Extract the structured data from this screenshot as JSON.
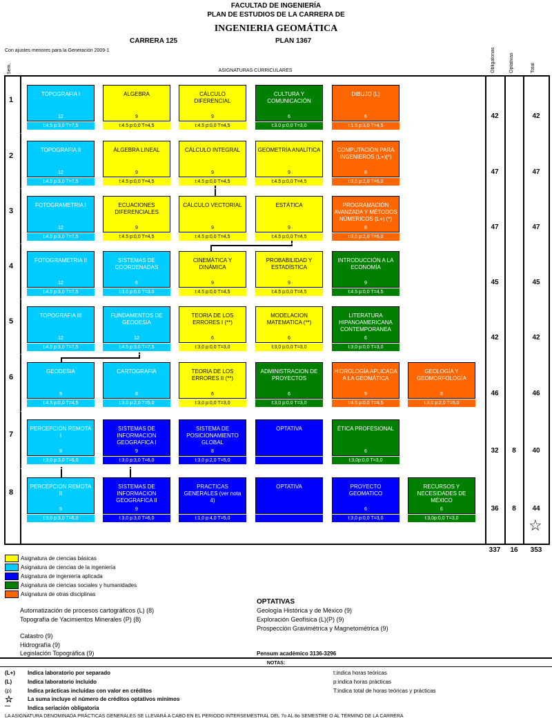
{
  "header": {
    "line1": "FACULTAD DE INGENIERÍA",
    "line2": "PLAN DE ESTUDIOS DE LA CARRERA DE",
    "title": "INGENIERIA GEOMÁTICA",
    "carrera": "CARRERA 125",
    "plan": "PLAN 1367",
    "ajustes": "Con ajustes menores para la Generación 2009-1"
  },
  "columns": {
    "sem": "Sem.",
    "asignaturas": "ASIGNATURAS CURRICULARES",
    "obligatorias": "Obligatorias",
    "optativas": "Optativas",
    "total": "Total"
  },
  "colors": {
    "basic": "#ffff00",
    "eng": "#00ccff",
    "appl": "#0000ff",
    "soc": "#007f00",
    "oth": "#ff6600"
  },
  "semesters": [
    {
      "num": "1",
      "oblig": "42",
      "opt": "",
      "total": "42",
      "courses": [
        {
          "name": "TOPOGRAFIA I",
          "credits": "12",
          "hours": "t:4.5 p:3,0 T=7,5",
          "cat": "eng"
        },
        {
          "name": "ALGEBRA",
          "credits": "9",
          "hours": "t:4.5 p:0,0 T=4,5",
          "cat": "basic"
        },
        {
          "name": "CÁLCULO DIFERENCIAL",
          "credits": "9",
          "hours": "t:4.5 p:0,0 T=4,5",
          "cat": "basic"
        },
        {
          "name": "CULTURA Y COMUNICACIÓN",
          "credits": "6",
          "hours": "t:3.0 p:0,0 T=3,0",
          "cat": "soc"
        },
        {
          "name": "DIBUJO (L)",
          "credits": "6",
          "hours": "t:1.5 p:3,0 T=4,5",
          "cat": "oth"
        }
      ]
    },
    {
      "num": "2",
      "oblig": "47",
      "opt": "",
      "total": "47",
      "courses": [
        {
          "name": "TOPOGRAFIA II",
          "credits": "12",
          "hours": "t:4.5 p:3,0 T=7,5",
          "cat": "eng"
        },
        {
          "name": "ÁLGEBRA LINEAL",
          "credits": "9",
          "hours": "t:4.5 p:0,0 T=4,5",
          "cat": "basic"
        },
        {
          "name": "CÁLCULO INTEGRAL",
          "credits": "9",
          "hours": "t:4.5 p:0,0 T=4,5",
          "cat": "basic"
        },
        {
          "name": "GEOMETRÍA ANALÍTICA",
          "credits": "9",
          "hours": "t:4.5 p:0,0 T=4,5",
          "cat": "basic"
        },
        {
          "name": "COMPUTACIÓN PARA INGENIEROS (L+)(*)",
          "credits": "8",
          "hours": "t:3,0 p:2,0 T=6,0",
          "cat": "oth"
        }
      ]
    },
    {
      "num": "3",
      "oblig": "47",
      "opt": "",
      "total": "47",
      "courses": [
        {
          "name": "FOTOGRAMETRIA I",
          "credits": "12",
          "hours": "t:4.5 p:3,0 T=7,5",
          "cat": "eng"
        },
        {
          "name": "ECUACIONES DIFERENCIALES",
          "credits": "9",
          "hours": "t:4.5 p:0,0 T=4,5",
          "cat": "basic"
        },
        {
          "name": "CÁLCULO VECTORIAL",
          "credits": "9",
          "hours": "t:4.5 p:0,0 T=4,5",
          "cat": "basic"
        },
        {
          "name": "ESTÁTICA",
          "credits": "9",
          "hours": "t:4.5 p:0,0 T=4,5",
          "cat": "basic"
        },
        {
          "name": "PROGRAMACIÓN AVANZADA Y MÉTODOS NÚMERICOS (L+) (*)",
          "credits": "8",
          "hours": "t:3,0 p:2,0 T=6,0",
          "cat": "oth"
        }
      ]
    },
    {
      "num": "4",
      "oblig": "45",
      "opt": "",
      "total": "45",
      "courses": [
        {
          "name": "FOTOGRAMETRIA II",
          "credits": "12",
          "hours": "t:4.5 p:3,0 T=7,5",
          "cat": "eng"
        },
        {
          "name": "SISTEMAS DE COORDENADAS",
          "credits": "6",
          "hours": "t:3,0 p:0,0 T=3,0",
          "cat": "eng"
        },
        {
          "name": "CINEMÁTICA Y DINÁMICA",
          "credits": "9",
          "hours": "t:4.5 p:0,0 T=4,5",
          "cat": "basic"
        },
        {
          "name": "PROBABILIDAD Y ESTADÍSTICA",
          "credits": "9",
          "hours": "t:4.5 p:0,0 T=4,5",
          "cat": "basic"
        },
        {
          "name": "INTRODUCCIÓN A LA ECONOMÍA",
          "credits": "9",
          "hours": "t:4.5 p:0,0 T=4,5",
          "cat": "soc"
        }
      ]
    },
    {
      "num": "5",
      "oblig": "42",
      "opt": "",
      "total": "42",
      "courses": [
        {
          "name": "TOPOGRAFIA III",
          "credits": "12",
          "hours": "t:4.5 p:3,0 T=7,5",
          "cat": "eng"
        },
        {
          "name": "FUNDAMENTOS DE GEODESIA",
          "credits": "12",
          "hours": "t:4.5 p:3,0 T=7,5",
          "cat": "eng"
        },
        {
          "name": "TEORIA DE LOS ERRORES I (**)",
          "credits": "6",
          "hours": "t:3,0 p:0,0 T=3,0",
          "cat": "basic"
        },
        {
          "name": "MODELACION MATEMATICA (**)",
          "credits": "6",
          "hours": "t:3,0 p:0,0 T=3,0",
          "cat": "basic"
        },
        {
          "name": "LITERATURA HIPANOAMERICANA CONTEMPORANEA",
          "credits": "6",
          "hours": "t:3,0 p:0,0 T=3,0",
          "cat": "soc"
        }
      ]
    },
    {
      "num": "6",
      "oblig": "46",
      "opt": "",
      "total": "46",
      "courses": [
        {
          "name": "GEODESIA",
          "credits": "9",
          "hours": "t:4.5 p:0,0 T=4,5",
          "cat": "eng"
        },
        {
          "name": "CARTOGRAFIA",
          "credits": "8",
          "hours": "t:3,0 p:2,0 T=5,0",
          "cat": "eng"
        },
        {
          "name": "TEORIA DE LOS ERRORES II (**)",
          "credits": "6",
          "hours": "t:3,0 p:0,0 T=3,0",
          "cat": "basic"
        },
        {
          "name": "ADMINISTRACION DE PROYECTOS",
          "credits": "6",
          "hours": "t:3,0 p:0,0 T=3,0",
          "cat": "soc"
        },
        {
          "name": "HIDROLOGÍA APLICADA A LA GEOMÁTICA",
          "credits": "9",
          "hours": "t:4.5 p:0,0 T=4,5",
          "cat": "oth"
        },
        {
          "name": "GEOLOGÍA Y GEOMORFOLOGÍA",
          "credits": "8",
          "hours": "t:3,0 p:2,0 T=5,0",
          "cat": "oth"
        }
      ]
    },
    {
      "num": "7",
      "oblig": "32",
      "opt": "8",
      "total": "40",
      "courses": [
        {
          "name": "PERCEPCION REMOTA I",
          "credits": "9",
          "hours": "t:3,0 p:3,0 T=6,0",
          "cat": "eng"
        },
        {
          "name": "SISTEMAS DE INFORMACION GEOGRAFICA I",
          "credits": "9",
          "hours": "t:3,0 p:3,0 T=6,0",
          "cat": "appl"
        },
        {
          "name": "SISTEMA DE POSICIONAMIENTO GLOBAL",
          "credits": "8",
          "hours": "t:3,0 p:2,0 T=5,0",
          "cat": "appl"
        },
        {
          "name": "OPTATIVA",
          "credits": "",
          "hours": "",
          "cat": "appl"
        },
        {
          "name": "ÉTICA PROFESIONAL",
          "credits": "6",
          "hours": "t:3,0p:0,0 T=3,0",
          "cat": "soc"
        }
      ]
    },
    {
      "num": "8",
      "oblig": "36",
      "opt": "8",
      "total": "44",
      "courses": [
        {
          "name": "PERCEPCION REMOTA II",
          "credits": "9",
          "hours": "t:3,0 p:3,0 T=6,0",
          "cat": "eng"
        },
        {
          "name": "SISTEMAS DE INFORMACION GEOGRAFICA II",
          "credits": "9",
          "hours": "t:3,0 p:3,0 T=6,0",
          "cat": "appl"
        },
        {
          "name": "PRACTICAS GENERALES (ver nota 4)",
          "credits": "",
          "hours": "t:1,0 p:4,0 T=5,0",
          "cat": "appl"
        },
        {
          "name": "OPTATIVA",
          "credits": "",
          "hours": "",
          "cat": "appl"
        },
        {
          "name": "PROYECTO GEOMATICO",
          "credits": "6",
          "hours": "t:3,0 p:0,0 T=3,0",
          "cat": "appl"
        },
        {
          "name": "RECURSOS Y NECESIDADES DE MÉXICO",
          "credits": "6",
          "hours": "t:3,0p:0,0 T=3,0",
          "cat": "soc"
        }
      ]
    }
  ],
  "totals": {
    "oblig": "337",
    "opt": "16",
    "total": "353"
  },
  "legend": [
    {
      "label": "Asignatura de ciencias básicas",
      "color": "#ffff00"
    },
    {
      "label": "Asignatura de ciencias de la ingeniería",
      "color": "#00ccff"
    },
    {
      "label": "Asignatura de ingeniería aplicada",
      "color": "#0000ff"
    },
    {
      "label": "Asignatura de ciencias sociales y humanidades",
      "color": "#007f00"
    },
    {
      "label": "Asignatura de otras disciplinas",
      "color": "#ff6600"
    }
  ],
  "optativas": {
    "title": "OPTATIVAS",
    "left": [
      "Automatización de procesos cartográficos (L) (8)",
      "Topografía de Yacimientos Minerales (P) (8)",
      "Catastro (9)",
      "Hidrografía (9)",
      "Legislación Topográfica (9)"
    ],
    "right": [
      "Geología Histórica y de México (9)",
      "Exploración Geofísica (L)(P) (9)",
      "Prospección Gravimétrica y Magnetométrica (9)"
    ],
    "pensum": "Pensum académico 3136-3296"
  },
  "notas": {
    "title": "NOTAS:",
    "items": [
      {
        "key": "(L+)",
        "text": "Indica laboratorio por separado"
      },
      {
        "key": "(L)",
        "text": "Indica laboratorio incluido"
      },
      {
        "key": "(p)",
        "text": "Indica prácticas incluidas con valor en créditos"
      },
      {
        "key": "☆",
        "text": "La suma incluye el número de créditos optativos mínimos"
      },
      {
        "key": "—",
        "text": "Indica seriación obligatoria"
      }
    ],
    "right": [
      "t:indica horas teóricas",
      "p:indica horas prácticas",
      "T:indica total de horas teóricas y prácticas"
    ],
    "footer": "LA ASIGNATURA DENOMINADA PRÁCTICAS GENERALES SE LLEVARÁ A CABO EN EL PERIODO INTERSEMESTRAL DEL 7o AL 8o SEMESTRE O AL TÉRMINO DE LA CARRERA"
  }
}
